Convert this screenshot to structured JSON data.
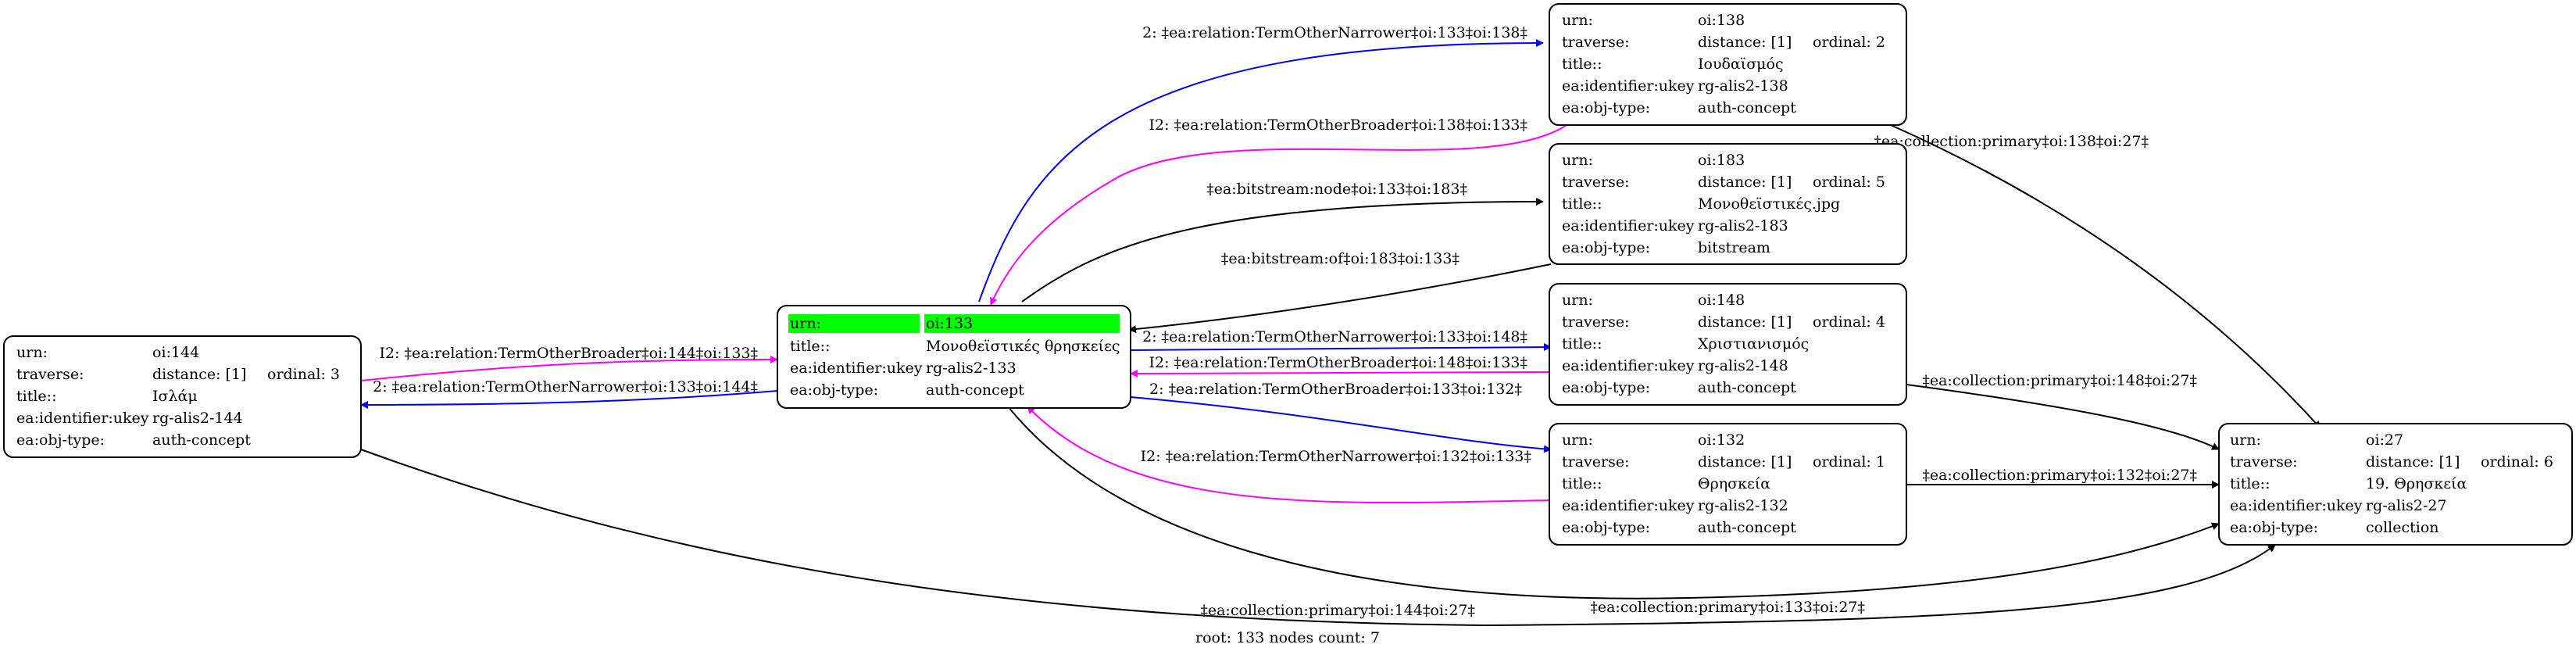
{
  "colors": {
    "black": "#000000",
    "blue": "#0000ff",
    "magenta": "#ff00ff",
    "highlight": "#00ff00"
  },
  "caption": "root: 133 nodes count: 7",
  "nodes": {
    "n133": {
      "rows": [
        {
          "k": "urn:",
          "v": "oi:133"
        },
        {
          "k": "title::",
          "v": "Μονοθεϊστικές θρησκείες"
        },
        {
          "k": "ea:identifier:ukey",
          "v": "rg-alis2-133"
        },
        {
          "k": "ea:obj-type:",
          "v": "auth-concept"
        }
      ]
    },
    "n144": {
      "rows": [
        {
          "k": "urn:",
          "v": "oi:144"
        },
        {
          "k": "traverse:",
          "v": "distance: [1]",
          "x": "ordinal: 3"
        },
        {
          "k": "title::",
          "v": "Ισλάμ"
        },
        {
          "k": "ea:identifier:ukey",
          "v": "rg-alis2-144"
        },
        {
          "k": "ea:obj-type:",
          "v": "auth-concept"
        }
      ]
    },
    "n138": {
      "rows": [
        {
          "k": "urn:",
          "v": "oi:138"
        },
        {
          "k": "traverse:",
          "v": "distance: [1]",
          "x": "ordinal: 2"
        },
        {
          "k": "title::",
          "v": "Ιουδαϊσμός"
        },
        {
          "k": "ea:identifier:ukey",
          "v": "rg-alis2-138"
        },
        {
          "k": "ea:obj-type:",
          "v": "auth-concept"
        }
      ]
    },
    "n183": {
      "rows": [
        {
          "k": "urn:",
          "v": "oi:183"
        },
        {
          "k": "traverse:",
          "v": "distance: [1]",
          "x": "ordinal: 5"
        },
        {
          "k": "title::",
          "v": "Μονοθεϊστικές.jpg"
        },
        {
          "k": "ea:identifier:ukey",
          "v": "rg-alis2-183"
        },
        {
          "k": "ea:obj-type:",
          "v": "bitstream"
        }
      ]
    },
    "n148": {
      "rows": [
        {
          "k": "urn:",
          "v": "oi:148"
        },
        {
          "k": "traverse:",
          "v": "distance: [1]",
          "x": "ordinal: 4"
        },
        {
          "k": "title::",
          "v": "Χριστιανισμός"
        },
        {
          "k": "ea:identifier:ukey",
          "v": "rg-alis2-148"
        },
        {
          "k": "ea:obj-type:",
          "v": "auth-concept"
        }
      ]
    },
    "n132": {
      "rows": [
        {
          "k": "urn:",
          "v": "oi:132"
        },
        {
          "k": "traverse:",
          "v": "distance: [1]",
          "x": "ordinal: 1"
        },
        {
          "k": "title::",
          "v": "Θρησκεία"
        },
        {
          "k": "ea:identifier:ukey",
          "v": "rg-alis2-132"
        },
        {
          "k": "ea:obj-type:",
          "v": "auth-concept"
        }
      ]
    },
    "n27": {
      "rows": [
        {
          "k": "urn:",
          "v": "oi:27"
        },
        {
          "k": "traverse:",
          "v": "distance: [1]",
          "x": "ordinal: 6"
        },
        {
          "k": "title::",
          "v": "19. Θρησκεία"
        },
        {
          "k": "ea:identifier:ukey",
          "v": "rg-alis2-27"
        },
        {
          "k": "ea:obj-type:",
          "v": "collection"
        }
      ]
    }
  },
  "edges": {
    "e133_138": "2: ‡ea:relation:TermOtherNarrower‡oi:133‡oi:138‡",
    "e138_133": "I2: ‡ea:relation:TermOtherBroader‡oi:138‡oi:133‡",
    "e133_183": "‡ea:bitstream:node‡oi:133‡oi:183‡",
    "e183_133": "‡ea:bitstream:of‡oi:183‡oi:133‡",
    "e133_148": "2: ‡ea:relation:TermOtherNarrower‡oi:133‡oi:148‡",
    "e148_133": "I2: ‡ea:relation:TermOtherBroader‡oi:148‡oi:133‡",
    "e133_132": "2: ‡ea:relation:TermOtherBroader‡oi:133‡oi:132‡",
    "e132_133": "I2: ‡ea:relation:TermOtherNarrower‡oi:132‡oi:133‡",
    "e144_133": "I2: ‡ea:relation:TermOtherBroader‡oi:144‡oi:133‡",
    "e133_144": "2: ‡ea:relation:TermOtherNarrower‡oi:133‡oi:144‡",
    "e138_27": "‡ea:collection:primary‡oi:138‡oi:27‡",
    "e148_27": "‡ea:collection:primary‡oi:148‡oi:27‡",
    "e132_27": "‡ea:collection:primary‡oi:132‡oi:27‡",
    "e133_27": "‡ea:collection:primary‡oi:133‡oi:27‡",
    "e144_27": "‡ea:collection:primary‡oi:144‡oi:27‡"
  }
}
